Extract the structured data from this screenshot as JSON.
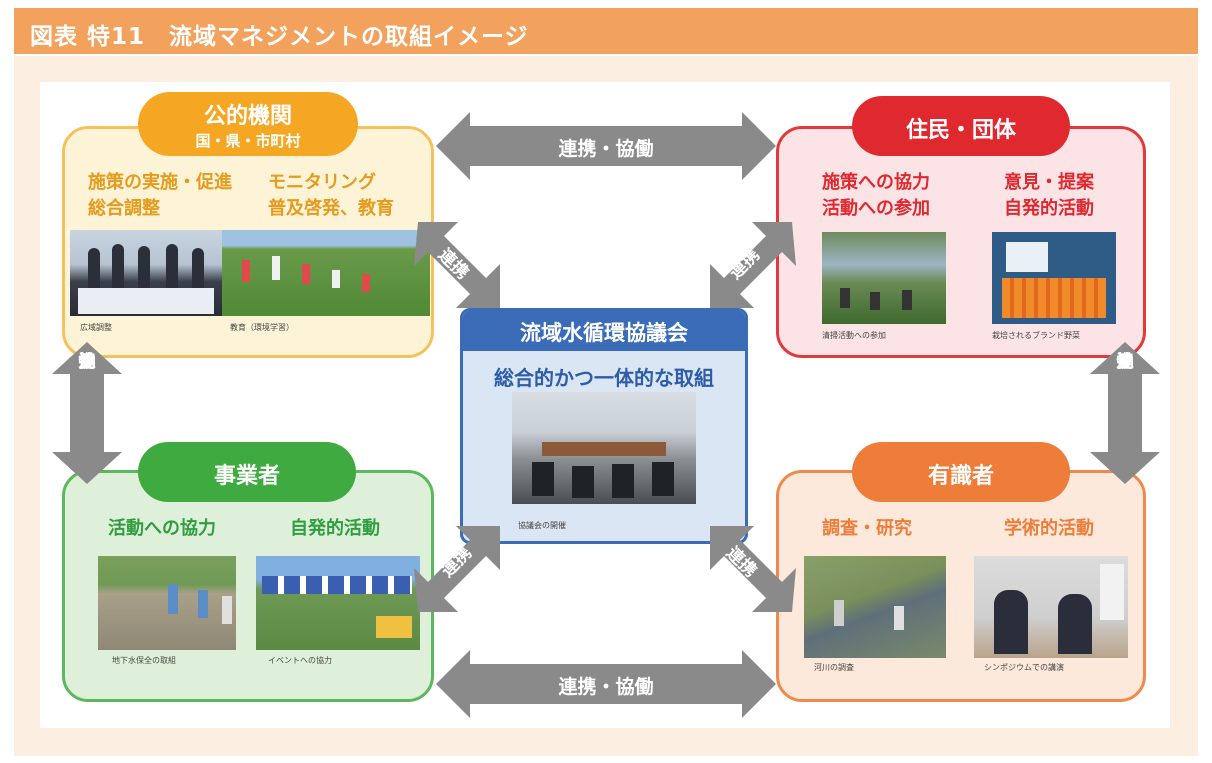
{
  "header": {
    "title": "図表 特11　流域マネジメントの取組イメージ"
  },
  "public": {
    "title": "公的機関",
    "subtitle": "国・県・市町村",
    "col1": [
      "施策の実施・促進",
      "総合調整"
    ],
    "col2": [
      "モニタリング",
      "普及啓発、教育"
    ],
    "captions": [
      "広域調整",
      "教育（環境学習）"
    ]
  },
  "residents": {
    "title": "住民・団体",
    "col1": [
      "施策への協力",
      "活動への参加"
    ],
    "col2": [
      "意見・提案",
      "自発的活動"
    ],
    "captions": [
      "清掃活動への参加",
      "栽培されるブランド野菜"
    ]
  },
  "council": {
    "title": "流域水循環協議会",
    "subtitle": "総合的かつ一体的な取組",
    "caption": "協議会の開催"
  },
  "business": {
    "title": "事業者",
    "col1": "活動への協力",
    "col2": "自発的活動",
    "captions": [
      "地下水保全の取組",
      "イベントへの協力"
    ]
  },
  "experts": {
    "title": "有識者",
    "col1": "調査・研究",
    "col2": "学術的活動",
    "captions": [
      "河川の調査",
      "シンポジウムでの講演"
    ]
  },
  "arrows": {
    "top": "連携・協働",
    "bottom": "連携・協働",
    "left": [
      "連",
      "携",
      "・",
      "協",
      "働"
    ],
    "right": [
      "連",
      "携",
      "・",
      "協",
      "働"
    ],
    "diag": "連携"
  },
  "colors": {
    "orange_border": "#f6c15c",
    "orange_fill": "#fdf3d6",
    "orange_pill": "#f5a623",
    "orange_text": "#e69b1c",
    "red_border": "#e23a3a",
    "red_fill": "#fbe3e6",
    "red_pill": "#e0282f",
    "red_text": "#e0282f",
    "green_border": "#5cb85c",
    "green_fill": "#dff0da",
    "green_pill": "#3faa3f",
    "green_text": "#2f9e3f",
    "salmon_border": "#f08a4b",
    "salmon_fill": "#fde8dc",
    "salmon_pill": "#ef7d3a",
    "salmon_text": "#ef7d3a",
    "blue_border": "#3b6cb7",
    "blue_fill": "#dbe6f5",
    "blue_header": "#3b6cb7",
    "blue_text": "#2d5ca8",
    "arrow": "#8a8a8a"
  }
}
